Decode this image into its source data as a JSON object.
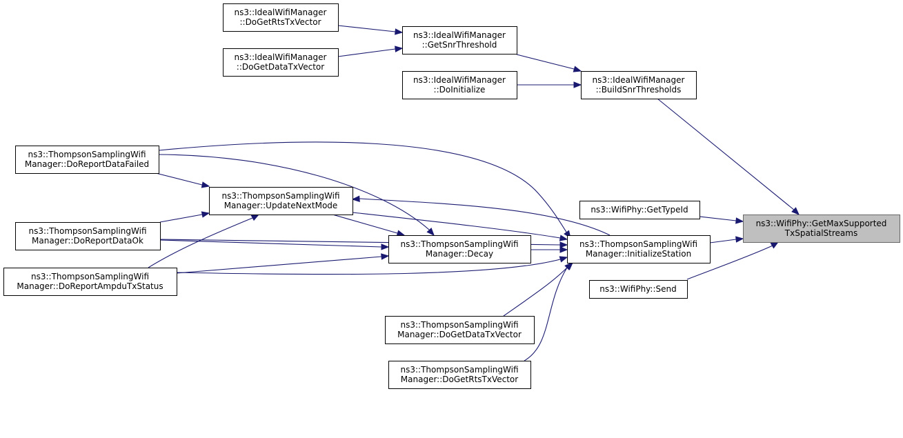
{
  "diagram": {
    "colors": {
      "edge": "#191970",
      "root_fill": "#bfbfbf",
      "root_stroke": "#666666",
      "node_stroke": "#000000"
    },
    "nodes": {
      "getmax": [
        "ns3::WifiPhy::GetMaxSupported",
        "TxSpatialStreams"
      ],
      "buildsnr": [
        "ns3::IdealWifiManager",
        "::BuildSnrThresholds"
      ],
      "getsnr": [
        "ns3::IdealWifiManager",
        "::GetSnrThreshold"
      ],
      "idealrts": [
        "ns3::IdealWifiManager",
        "::DoGetRtsTxVector"
      ],
      "idealdata": [
        "ns3::IdealWifiManager",
        "::DoGetDataTxVector"
      ],
      "doinit": [
        "ns3::IdealWifiManager",
        "::DoInitialize"
      ],
      "gettypeid": [
        "ns3::WifiPhy::GetTypeId"
      ],
      "send": [
        "ns3::WifiPhy::Send"
      ],
      "initstation": [
        "ns3::ThompsonSamplingWifi",
        "Manager::InitializeStation"
      ],
      "decay": [
        "ns3::ThompsonSamplingWifi",
        "Manager::Decay"
      ],
      "updatenext": [
        "ns3::ThompsonSamplingWifi",
        "Manager::UpdateNextMode"
      ],
      "failed": [
        "ns3::ThompsonSamplingWifi",
        "Manager::DoReportDataFailed"
      ],
      "dataok": [
        "ns3::ThompsonSamplingWifi",
        "Manager::DoReportDataOk"
      ],
      "ampdu": [
        "ns3::ThompsonSamplingWifi",
        "Manager::DoReportAmpduTxStatus"
      ],
      "tsdata": [
        "ns3::ThompsonSamplingWifi",
        "Manager::DoGetDataTxVector"
      ],
      "tsrts": [
        "ns3::ThompsonSamplingWifi",
        "Manager::DoGetRtsTxVector"
      ]
    },
    "edges": [
      [
        "buildsnr",
        "getmax"
      ],
      [
        "gettypeid",
        "getmax"
      ],
      [
        "initstation",
        "getmax"
      ],
      [
        "send",
        "getmax"
      ],
      [
        "getsnr",
        "buildsnr"
      ],
      [
        "doinit",
        "buildsnr"
      ],
      [
        "idealrts",
        "getsnr"
      ],
      [
        "idealdata",
        "getsnr"
      ],
      [
        "decay",
        "initstation"
      ],
      [
        "updatenext",
        "initstation"
      ],
      [
        "failed",
        "initstation"
      ],
      [
        "dataok",
        "initstation"
      ],
      [
        "ampdu",
        "initstation"
      ],
      [
        "tsdata",
        "initstation"
      ],
      [
        "tsrts",
        "initstation"
      ],
      [
        "updatenext",
        "decay"
      ],
      [
        "failed",
        "decay"
      ],
      [
        "dataok",
        "decay"
      ],
      [
        "ampdu",
        "decay"
      ],
      [
        "initstation",
        "updatenext"
      ],
      [
        "failed",
        "updatenext"
      ],
      [
        "dataok",
        "updatenext"
      ],
      [
        "ampdu",
        "updatenext"
      ]
    ]
  }
}
